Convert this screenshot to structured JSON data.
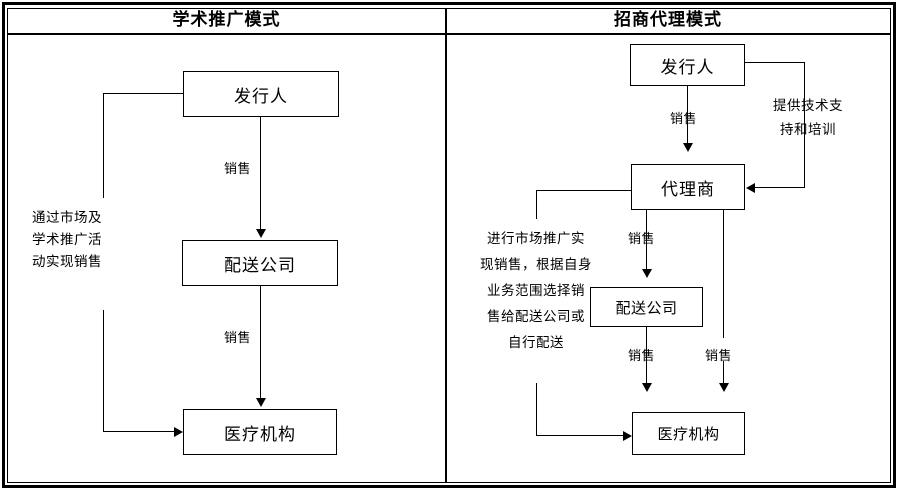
{
  "panels": [
    {
      "title": "学术推广模式",
      "nodes": [
        {
          "id": "issuer",
          "label": "发行人"
        },
        {
          "id": "distributor",
          "label": "配送公司"
        },
        {
          "id": "institution",
          "label": "医疗机构"
        }
      ],
      "edge_labels": [
        {
          "id": "sale-1",
          "text": "销售"
        },
        {
          "id": "sale-2",
          "text": "销售"
        }
      ],
      "notes": [
        {
          "id": "promotion-note",
          "text": "通过市场及\n学术推广活\n动实现销售"
        }
      ]
    },
    {
      "title": "招商代理模式",
      "nodes": [
        {
          "id": "issuer",
          "label": "发行人"
        },
        {
          "id": "agent",
          "label": "代理商"
        },
        {
          "id": "distributor",
          "label": "配送公司"
        },
        {
          "id": "institution",
          "label": "医疗机构"
        }
      ],
      "edge_labels": [
        {
          "id": "sale-1",
          "text": "销售"
        },
        {
          "id": "support",
          "text": "提供技术支\n持和培训"
        },
        {
          "id": "sale-2",
          "text": "销售"
        },
        {
          "id": "sale-3",
          "text": "销售"
        },
        {
          "id": "sale-4",
          "text": "销售"
        }
      ],
      "notes": [
        {
          "id": "agent-note",
          "text": "进行市场推广实\n现销售，根据自身\n业务范围选择销\n售给配送公司或\n自行配送"
        }
      ]
    }
  ]
}
